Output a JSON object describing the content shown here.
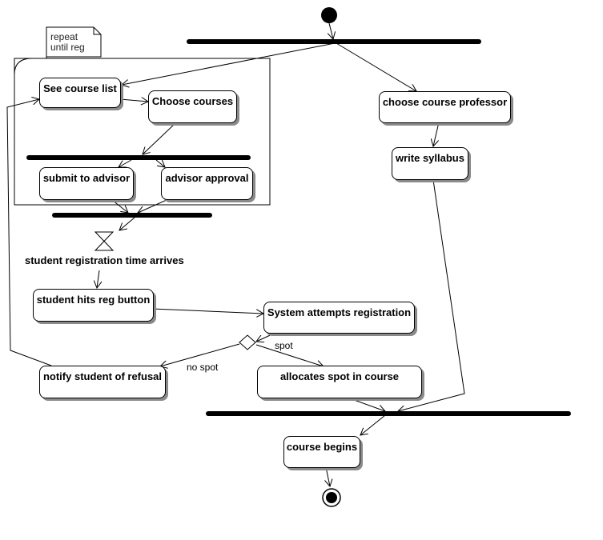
{
  "note": {
    "line1": "repeat",
    "line2": "until reg"
  },
  "actions": {
    "see_course_list": "See course list",
    "choose_courses": "Choose courses",
    "submit_to_advisor": "submit to advisor",
    "advisor_approval": "advisor approval",
    "choose_course_professor": "choose course professor",
    "write_syllabus": "write syllabus",
    "student_hits_reg_button": "student hits reg button",
    "system_attempts_registration": "System attempts registration",
    "notify_student_of_refusal": "notify student of refusal",
    "allocates_spot_in_course": "allocates spot in course",
    "course_begins": "course begins"
  },
  "events": {
    "time_event": "student registration time arrives"
  },
  "guards": {
    "spot": "spot",
    "no_spot": "no spot"
  }
}
